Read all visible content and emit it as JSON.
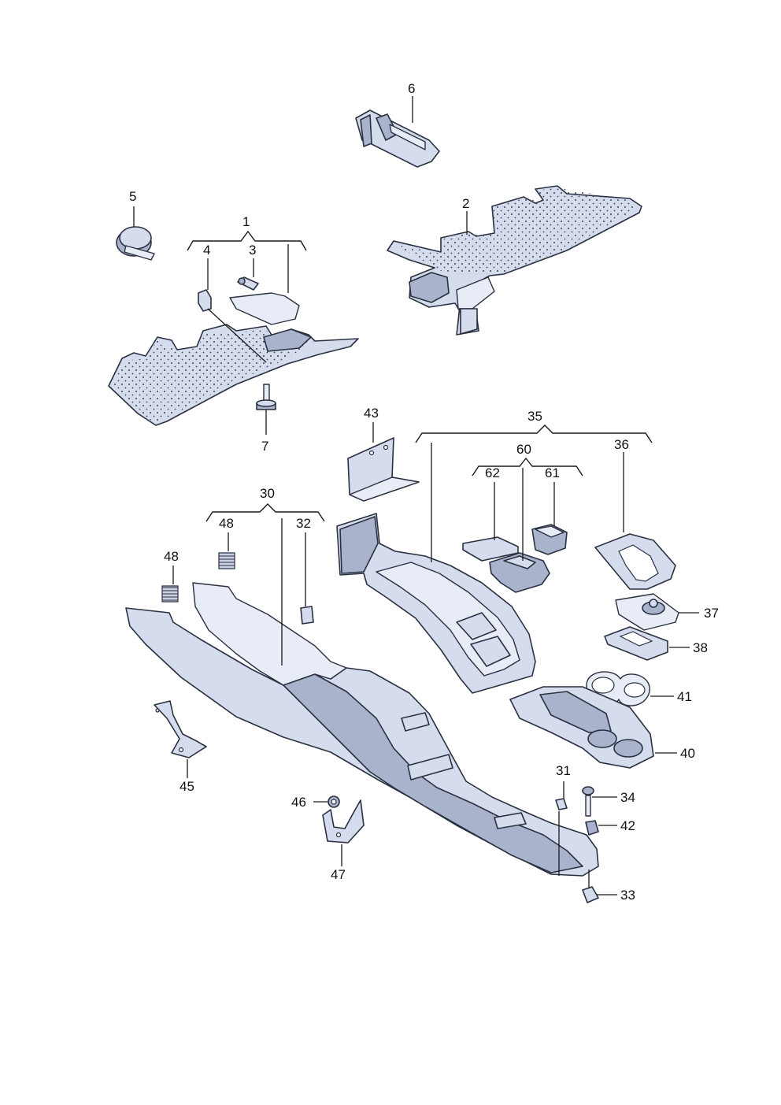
{
  "callouts": {
    "c1": "1",
    "c2": "2",
    "c3": "3",
    "c4": "4",
    "c5": "5",
    "c6": "6",
    "c7": "7",
    "c30": "30",
    "c31": "31",
    "c32": "32",
    "c33": "33",
    "c34": "34",
    "c35": "35",
    "c36": "36",
    "c37": "37",
    "c38": "38",
    "c40": "40",
    "c41": "41",
    "c42": "42",
    "c43": "43",
    "c45": "45",
    "c46": "46",
    "c47": "47",
    "c48a": "48",
    "c48b": "48",
    "c60": "60",
    "c61": "61",
    "c62": "62"
  }
}
